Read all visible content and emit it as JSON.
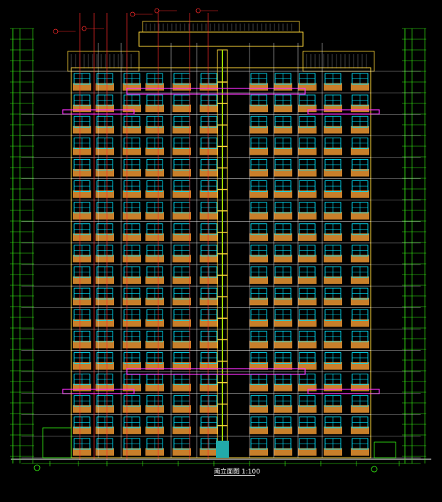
{
  "drawing": {
    "title": "南立面图",
    "scale": "1:100",
    "floors_visible": 18,
    "colors": {
      "background": "#000000",
      "window_frame": "#00e5ff",
      "balcony": "#c87f2a",
      "wall": "#ffd83a",
      "elevation_line": "#ffffff",
      "slab_band": "#ff30ff",
      "dimension": "#39ff14",
      "callout": "#ff2a2a",
      "stair_core": "#9bd800"
    }
  }
}
